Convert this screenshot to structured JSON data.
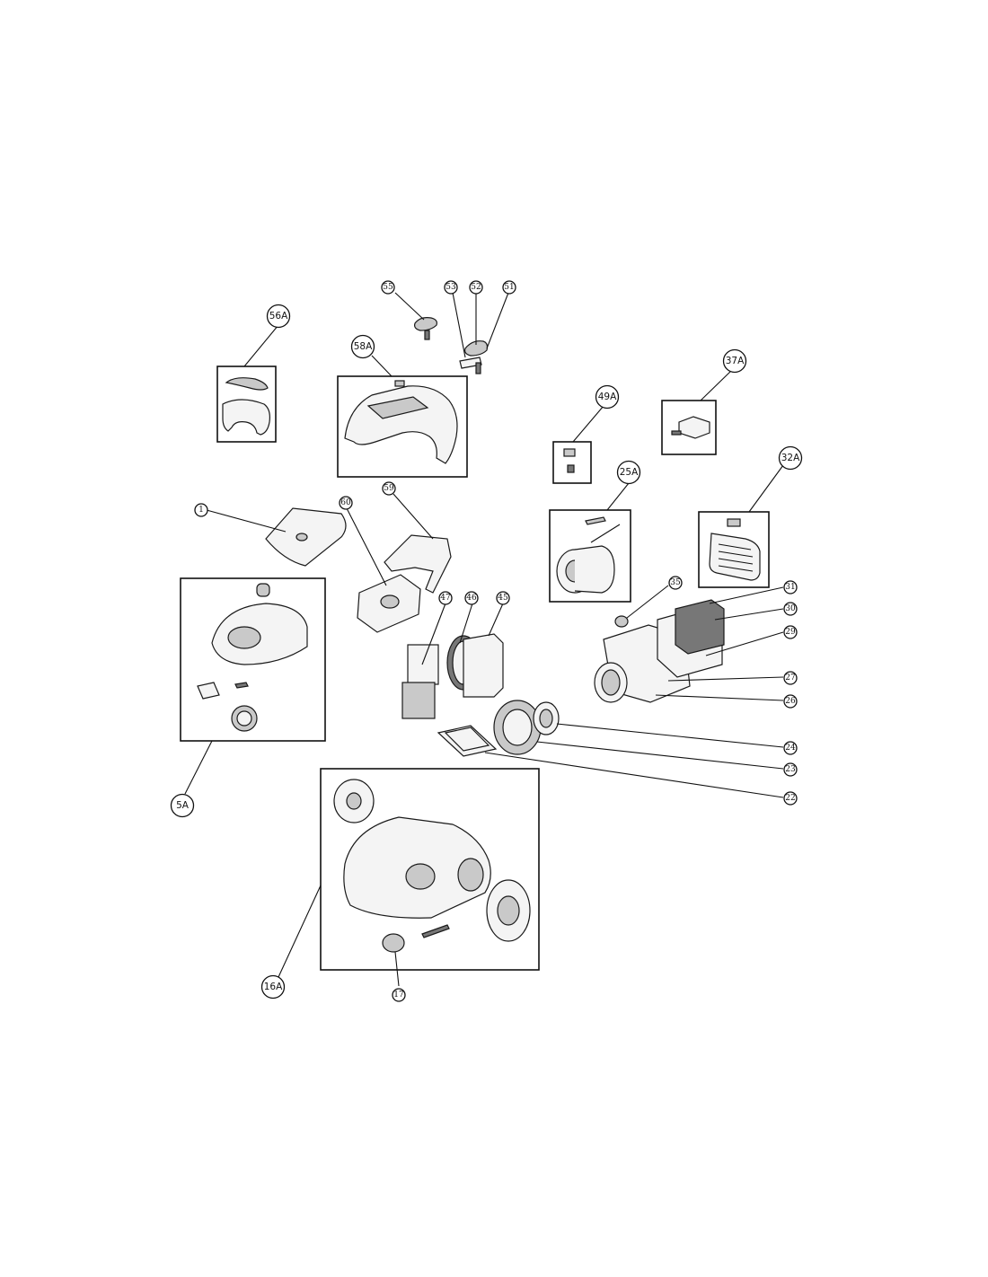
{
  "callouts_large": [
    "56A",
    "58A",
    "49A",
    "37A",
    "32A",
    "25A",
    "5A",
    "16A"
  ],
  "callouts_small": [
    "55",
    "53",
    "52",
    "51",
    "1",
    "60",
    "59",
    "47",
    "46",
    "45",
    "35",
    "31",
    "30",
    "29",
    "27",
    "26",
    "24",
    "23",
    "22",
    "17"
  ],
  "colors": {
    "ink": "#111111",
    "background": "#ffffff"
  }
}
